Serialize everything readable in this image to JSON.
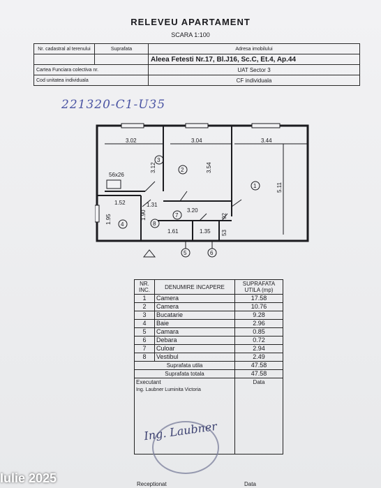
{
  "title": "RELEVEU APARTAMENT",
  "scale": "SCARA 1:100",
  "header": {
    "nr_cadastral": "Nr. cadastral al terenului",
    "suprafata": "Suprafata",
    "adresa_label": "Adresa imobilului",
    "adresa": "Aleea Fetesti Nr.17, Bl.J16, Sc.C, Et.4, Ap.44",
    "carte_funciara": "Cartea Funciara colectiva nr.",
    "uat": "UAT Sector 3",
    "cod_unitate": "Cod unitatea individuala",
    "cf_individuala": "CF individuala"
  },
  "handwritten_number": "221320-C1-U35",
  "plan": {
    "dims": {
      "d302": "3.02",
      "d304": "3.04",
      "d344": "3.44",
      "d312": "3.12",
      "d354": "3.54",
      "d511": "5.11",
      "d56x26": "56x26",
      "d152": "1.52",
      "d131": "1.31",
      "d190": "1.90",
      "d320": "3.20",
      "d92": "92",
      "d195": "1.95",
      "d161": "1.61",
      "d135": "1.35",
      "d53": "53"
    },
    "room_numbers": [
      "1",
      "2",
      "3",
      "4",
      "5",
      "6",
      "7",
      "8"
    ]
  },
  "rooms_table": {
    "headers": {
      "nr": "NR. INC.",
      "denumire": "DENUMIRE INCAPERE",
      "suprafata": "SUPRAFATA UTILA (mp)"
    },
    "rows": [
      {
        "nr": "1",
        "name": "Camera",
        "area": "17.58"
      },
      {
        "nr": "2",
        "name": "Camera",
        "area": "10.76"
      },
      {
        "nr": "3",
        "name": "Bucatarie",
        "area": "9.28"
      },
      {
        "nr": "4",
        "name": "Baie",
        "area": "2.96"
      },
      {
        "nr": "5",
        "name": "Camara",
        "area": "0.85"
      },
      {
        "nr": "6",
        "name": "Debara",
        "area": "0.72"
      },
      {
        "nr": "7",
        "name": "Culoar",
        "area": "2.94"
      },
      {
        "nr": "8",
        "name": "Vestibul",
        "area": "2.49"
      }
    ],
    "suprafata_utila_label": "Suprafata utila",
    "suprafata_utila": "47.58",
    "suprafata_totala_label": "Suprafata totala",
    "suprafata_totala": "47.58",
    "executant_label": "Executant",
    "data_label": "Data",
    "executant_name": "Ing. Laubner Luminita Victoria",
    "receptionat_label": "Receptionat",
    "data2_label": "Data"
  },
  "watermark": "Iulie 2025"
}
